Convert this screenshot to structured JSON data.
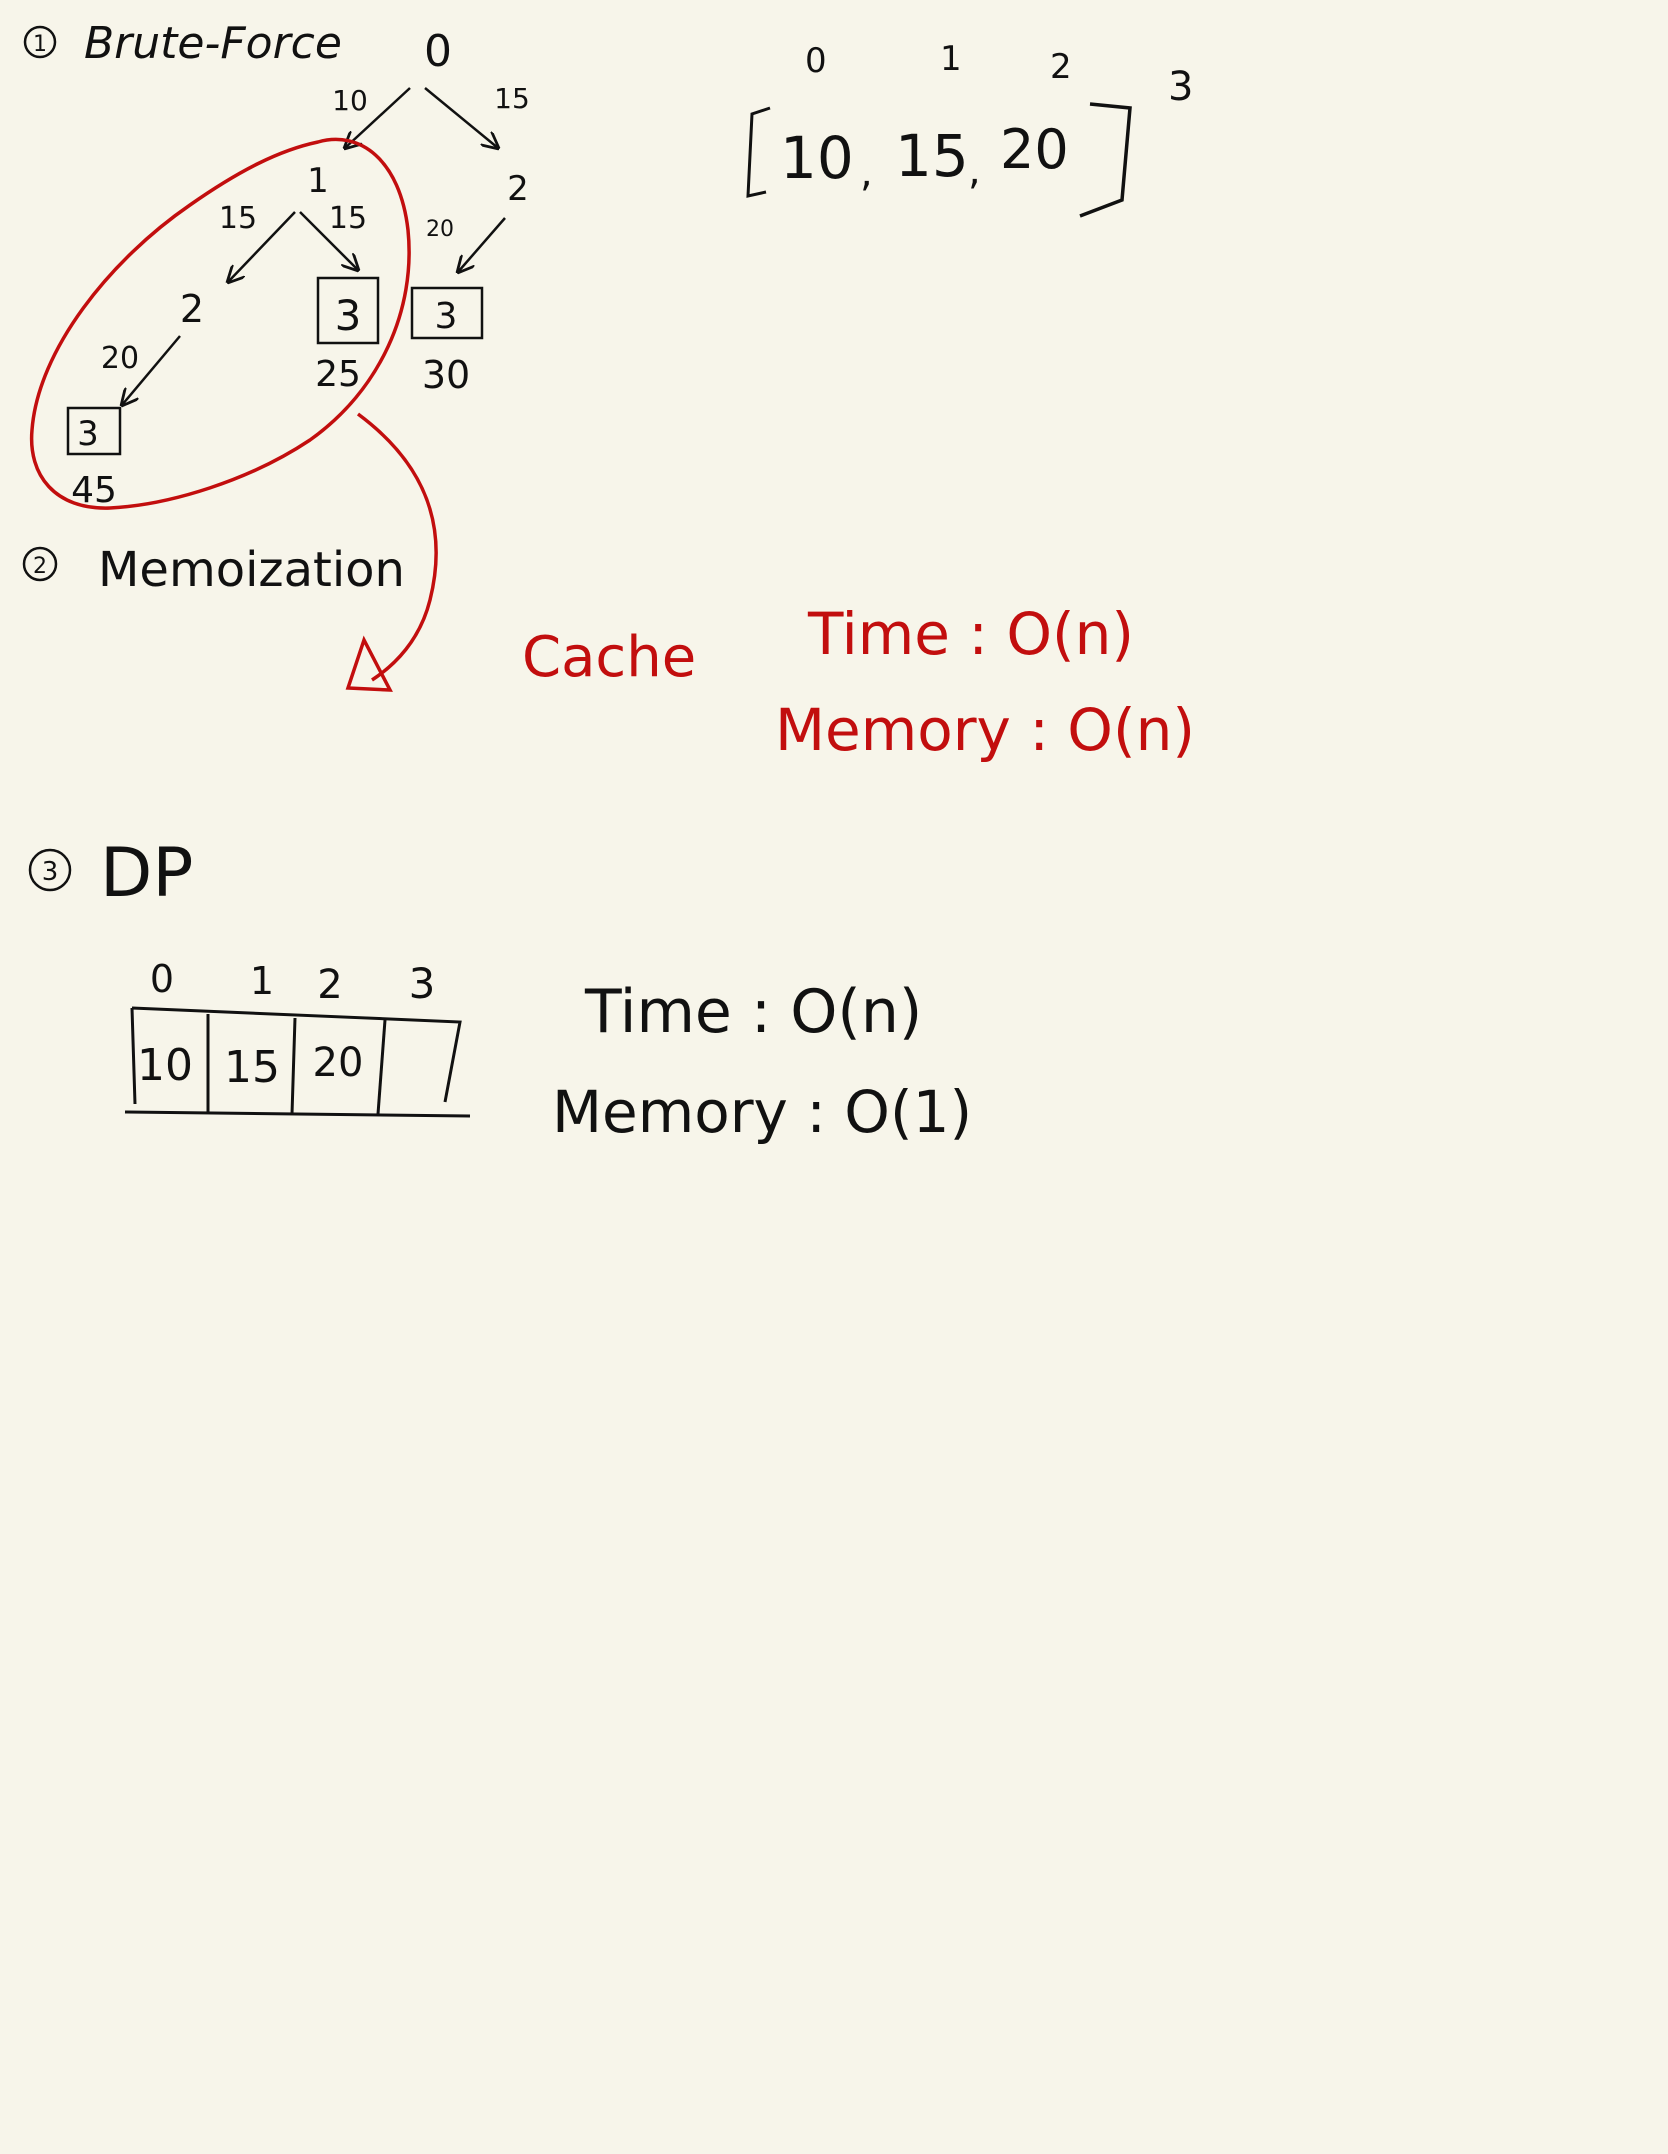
{
  "colors": {
    "ink": "#111111",
    "accent_red": "#c20e0e",
    "paper": "#f7f5ea"
  },
  "sections": {
    "brute_force": {
      "number": "1",
      "title": "Brute-Force"
    },
    "memoization": {
      "number": "2",
      "title": "Memoization"
    },
    "dp": {
      "number": "3",
      "title": "DP"
    }
  },
  "array": {
    "indices": [
      "0",
      "1",
      "2",
      "3"
    ],
    "values": [
      "10",
      "15",
      "20"
    ]
  },
  "tree": {
    "root": "0",
    "edge_root_left": "10",
    "edge_root_right": "15",
    "node_left": "1",
    "node_right": "2",
    "edge_n1_left": "15",
    "edge_n1_right": "15",
    "edge_n2": "20",
    "node_n1_left": "2",
    "node_n1_right": "3",
    "node_n2_child": "3",
    "edge_deep": "20",
    "node_deep": "3",
    "sum_deep": "45",
    "sum_n1_right": "25",
    "sum_n2_child": "30"
  },
  "memo_notes": {
    "cache_label": "Cache",
    "time": "Time : O(n)",
    "memory": "Memory : O(n)"
  },
  "dp_table": {
    "indices": [
      "0",
      "1",
      "2",
      "3"
    ],
    "cells": [
      "10",
      "15",
      "20",
      ""
    ]
  },
  "dp_notes": {
    "time": "Time : O(n)",
    "memory": "Memory : O(1)"
  }
}
